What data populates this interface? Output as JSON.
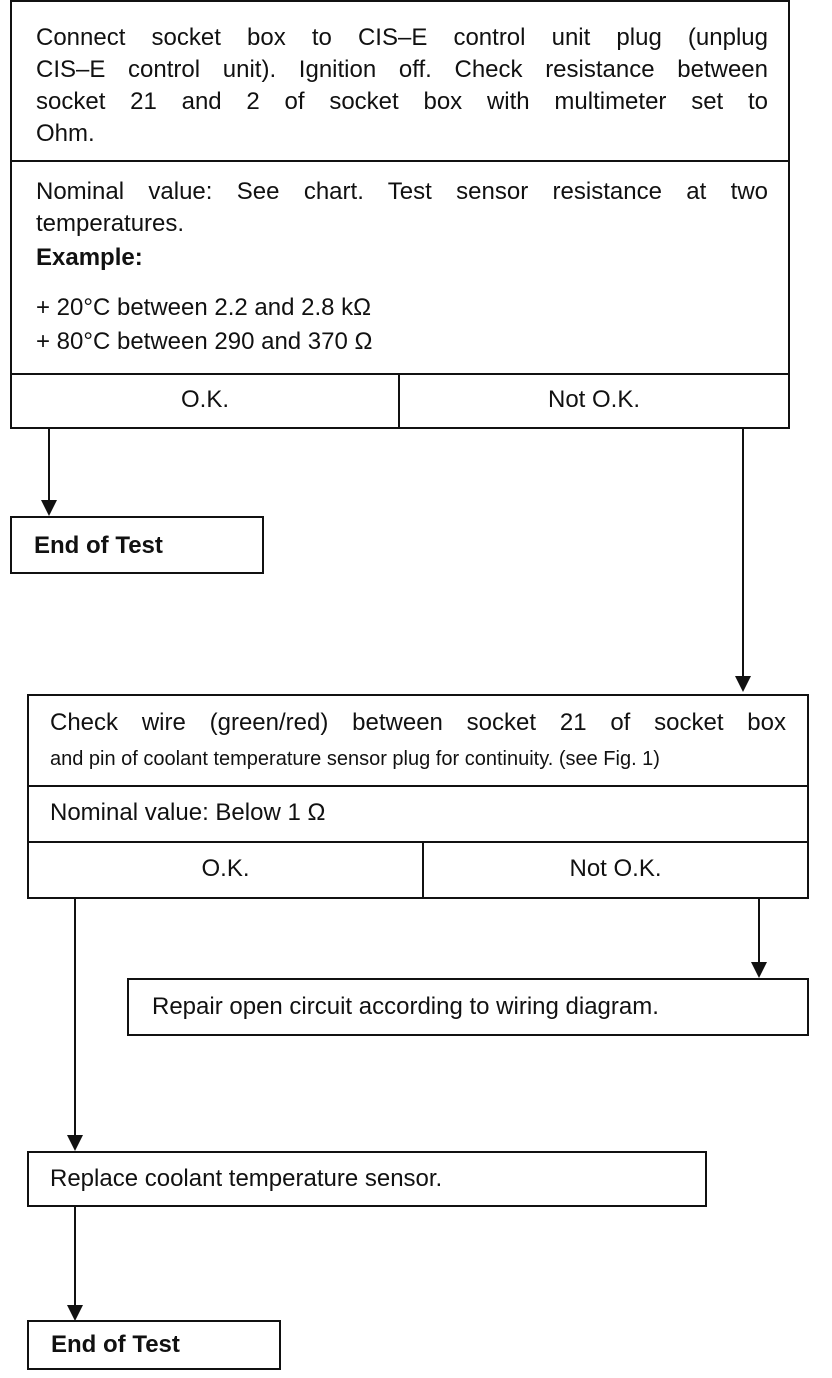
{
  "step1": {
    "instruction_lines": [
      "Connect socket box to CIS–E control unit plug (unplug",
      "CIS–E control unit). Ignition off. Check resistance between",
      "socket 21 and 2 of socket box with multimeter set to",
      "Ohm."
    ],
    "nominal_lines": [
      "Nominal value:  See chart. Test sensor resistance at two",
      "temperatures."
    ],
    "example_label": "Example:",
    "example_values": [
      "+ 20°C between 2.2 and 2.8 kΩ",
      "+ 80°C between 290 and 370 Ω"
    ],
    "ok_label": "O.K.",
    "not_ok_label": "Not O.K."
  },
  "end_of_test_1": "End of Test",
  "step2": {
    "instruction_line_1": "Check wire (green/red) between socket 21 of socket box",
    "instruction_line_2": "and pin of coolant temperature sensor plug  for continuity. (see Fig. 1)",
    "nominal": "Nominal value:  Below 1 Ω",
    "ok_label": "O.K.",
    "not_ok_label": "Not O.K."
  },
  "repair_action": "Repair open circuit according to wiring diagram.",
  "replace_action": "Replace coolant temperature sensor.",
  "end_of_test_2": "End of Test"
}
